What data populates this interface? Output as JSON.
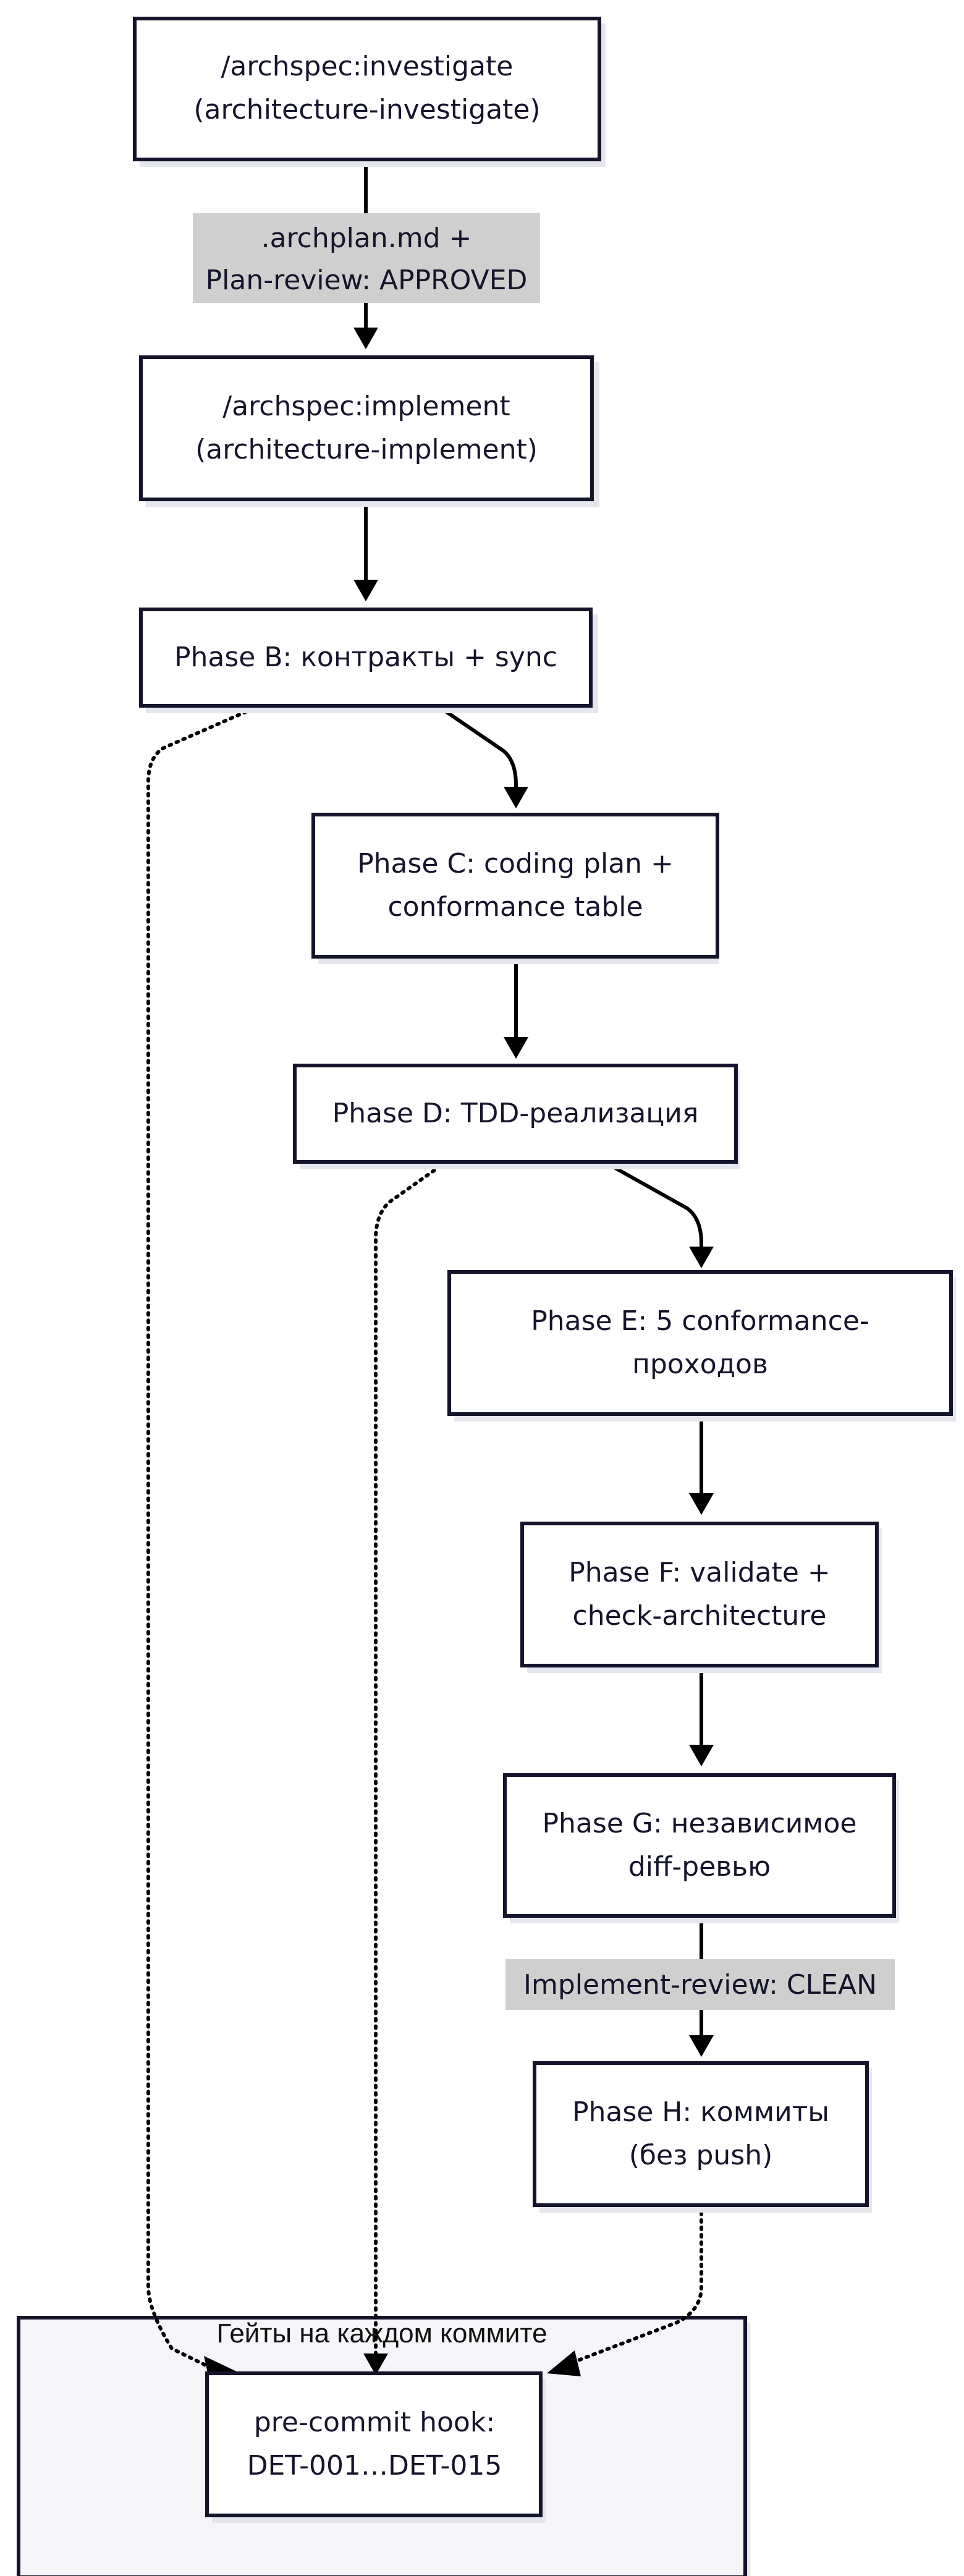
{
  "nodes": {
    "investigate": {
      "line1": "/archspec:investigate",
      "line2": "(architecture-investigate)"
    },
    "implement": {
      "line1": "/archspec:implement",
      "line2": "(architecture-implement)"
    },
    "phase_b": {
      "line1": "Phase B: контракты + sync"
    },
    "phase_c": {
      "line1": "Phase C: coding plan +",
      "line2": "conformance table"
    },
    "phase_d": {
      "line1": "Phase D: TDD-реализация"
    },
    "phase_e": {
      "line1": "Phase E: 5 conformance-",
      "line2": "проходов"
    },
    "phase_f": {
      "line1": "Phase F: validate +",
      "line2": "check-architecture"
    },
    "phase_g": {
      "line1": "Phase G: независимое",
      "line2": "diff-ревью"
    },
    "phase_h": {
      "line1": "Phase H: коммиты",
      "line2": "(без push)"
    },
    "precommit": {
      "line1": "pre-commit hook:",
      "line2": "DET-001…DET-015"
    }
  },
  "group": {
    "title": "Гейты на каждом коммите"
  },
  "edge_labels": {
    "investigate_to_implement": {
      "line1": ".archplan.md +",
      "line2": "Plan-review: APPROVED"
    },
    "g_to_h": {
      "line1": "Implement-review: CLEAN"
    }
  }
}
